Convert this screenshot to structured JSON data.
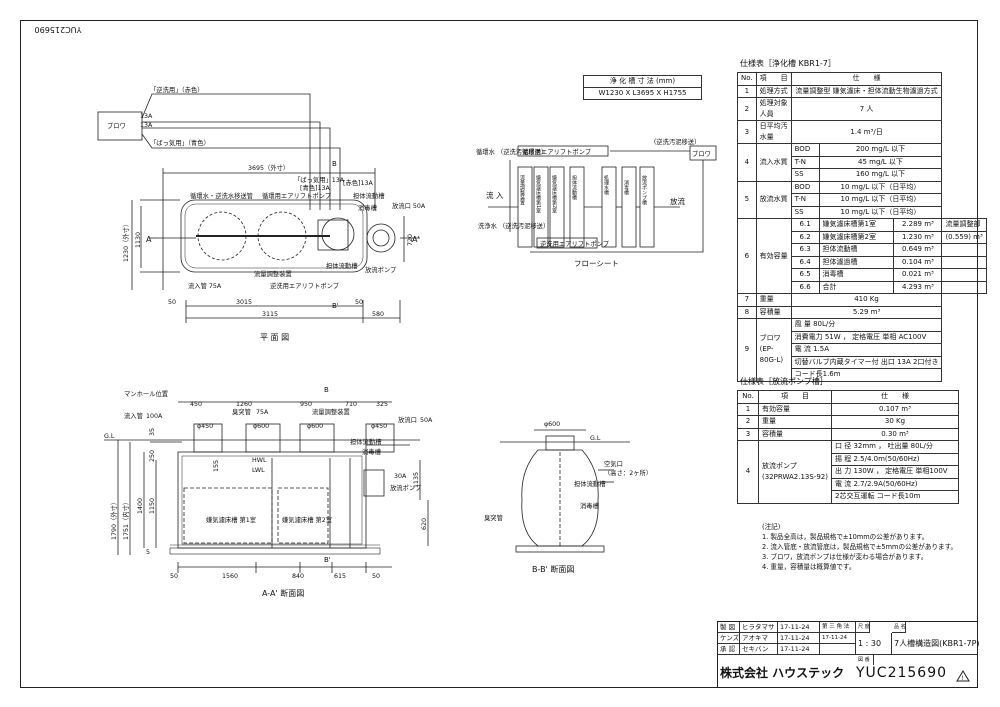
{
  "drawing_no_corner": "YUC215690",
  "dimension_box": {
    "header": "浄 化 槽 寸 法 (mm)",
    "value": "W1230 X L3695 X H1755"
  },
  "plan_view": {
    "caption": "平 面 図",
    "labels": {
      "blower": "ブロワ",
      "return_air": "「逆洗用」（赤色）",
      "air_13a_1": "13A",
      "air_13a_2": "13A",
      "aeration_air": "「ばっ気用」（青色）",
      "total_length": "3695（外寸）",
      "aeration_13a": "「ばっ気用」13A",
      "blue_13a": "[青色]13A",
      "red_13a": "[赤色]13A",
      "circ_return": "循環水・逆洗水移送管",
      "circ_airlift": "循環用エアリフトポンプ",
      "carrier_filter": "担体流動槽",
      "disinfect": "消毒槽",
      "outlet": "放流口 50A",
      "inlet_pipe": "流入管 75A",
      "flow_adjust": "流量調整装置",
      "return_airlift": "逆洗用エアリフトポンプ",
      "carrier_tank": "担体流動槽",
      "discharge_pump": "放流ポンプ",
      "dim_3015": "3015",
      "dim_3115": "3115",
      "dim_50a": "50",
      "dim_50b": "50",
      "dim_580": "580",
      "dim_1230": "1230（外寸）",
      "dim_1130": "1130",
      "dim_720": "720",
      "sec_a": "A",
      "sec_a2": "A'",
      "sec_b": "B",
      "sec_b2": "B'"
    }
  },
  "section_aa": {
    "caption": "A-A' 断面図",
    "labels": {
      "manhole": "マンホール位置",
      "inlet": "流入管",
      "inlet_100a": "100A",
      "gl": "G.L",
      "d450a": "450",
      "d1260": "1260",
      "d950": "950",
      "d710": "710",
      "d325": "325",
      "vent": "臭突管",
      "vent75": "75A",
      "flow_adj": "流量調整装置",
      "outlet": "放流口",
      "outlet50": "50A",
      "phi450a": "φ450",
      "phi600a": "φ600",
      "phi600b": "φ600",
      "phi450b": "φ450",
      "hwl": "HWL",
      "lwl": "LWL",
      "carrier": "担体流動槽",
      "disinfect": "消毒槽",
      "discharge_pump": "放流ポンプ",
      "pump_30a": "30A",
      "anaerobic1": "嫌気濾床槽 第1室",
      "anaerobic2": "嫌気濾床槽 第2室",
      "d1790": "1790（外寸）",
      "d1751": "1751（内寸）",
      "d1400": "1400",
      "d1150": "1150",
      "d250": "250",
      "d35": "35",
      "d155": "155",
      "d1135": "1135",
      "d620": "620",
      "d5": "5",
      "d50a": "50",
      "d1560": "1560",
      "d840": "840",
      "d615": "615",
      "d50b": "50",
      "secb": "B",
      "secb2": "B'"
    }
  },
  "section_bb": {
    "caption": "B-B' 断面図",
    "labels": {
      "phi600": "φ600",
      "gl": "G.L",
      "air_pipe": "空気口",
      "air_pipe2": "（高さ：2ヶ所）",
      "carrier": "担体流動槽",
      "disinfect": "消毒槽",
      "vent": "臭突管"
    }
  },
  "flow_sheet": {
    "caption": "フローシート",
    "labels": {
      "circ_airlift": "循環用エアリフトポンプ",
      "circ_water": "循環水 （逆洗汚泥移送）",
      "return_sludge": "（逆洗汚泥移送）",
      "inflow": "流 入",
      "wash_water": "洗浄水 （逆洗汚泥移送）",
      "flow_adj": "流量調整装置",
      "anaerobic1": "嫌気濾床槽第1室",
      "anaerobic2": "嫌気濾床槽第2室",
      "carrier": "担体流動槽",
      "treated": "処理水槽",
      "disinfect": "消毒槽",
      "discharge_pump": "放流ポンプ槽",
      "outflow": "放流",
      "blower": "ブロワ",
      "return_airlift": "逆洗用エアリフトポンプ"
    }
  },
  "spec_table": {
    "title": "仕様表［浄化槽 KBR1-7］",
    "header": [
      "No.",
      "項　　目",
      "仕　　様"
    ],
    "rows": [
      {
        "no": "1",
        "item": "処理方式",
        "spec": "流量調整型 嫌気濾床・担体流動生物濾過方式"
      },
      {
        "no": "2",
        "item": "処理対象人員",
        "spec": "7 人"
      },
      {
        "no": "3",
        "item": "日平均汚水量",
        "spec": "1.4 m³/日"
      },
      {
        "no": "4",
        "item": "流入水質",
        "sub": [
          [
            "BOD",
            "200 mg/L 以下"
          ],
          [
            "T-N",
            "45 mg/L 以下"
          ],
          [
            "SS",
            "160 mg/L 以下"
          ]
        ]
      },
      {
        "no": "5",
        "item": "放流水質",
        "sub": [
          [
            "BOD",
            "10 mg/L 以下（日平均）"
          ],
          [
            "T-N",
            "10 mg/L 以下（日平均）"
          ],
          [
            "SS",
            "10 mg/L 以下（日平均）"
          ]
        ]
      },
      {
        "no": "6",
        "item": "有効容量",
        "sub": [
          [
            "6.1",
            "嫌気濾床槽第1室",
            "2.289 m³",
            "流量調整部"
          ],
          [
            "6.2",
            "嫌気濾床槽第2室",
            "1.230 m³",
            "(0.559) m³"
          ],
          [
            "6.3",
            "担体流動槽",
            "0.649 m³",
            ""
          ],
          [
            "6.4",
            "担体濾過槽",
            "0.104 m³",
            ""
          ],
          [
            "6.5",
            "消毒槽",
            "0.021 m³",
            ""
          ],
          [
            "6.6",
            "合計",
            "4.293 m³",
            ""
          ]
        ]
      },
      {
        "no": "7",
        "item": "重量",
        "spec": "410 Kg"
      },
      {
        "no": "8",
        "item": "容積量",
        "spec": "5.29 m³"
      },
      {
        "no": "9",
        "item": "ブロワ (EP-80G-L)",
        "sub": [
          [
            "風 量 80L/分"
          ],
          [
            "消費電力 51W ， 定格電圧 単相 AC100V"
          ],
          [
            "電 流 1.5A"
          ],
          [
            "切替バルブ内蔵タイマー付 出口 13A 2口付き"
          ],
          [
            "コード長1.6m"
          ]
        ]
      }
    ]
  },
  "pump_table": {
    "title": "仕様表［放流ポンプ槽］",
    "header": [
      "No.",
      "項　　目",
      "仕　　様"
    ],
    "rows": [
      {
        "no": "1",
        "item": "有効容量",
        "spec": "0.107 m³"
      },
      {
        "no": "2",
        "item": "重量",
        "spec": "30 Kg"
      },
      {
        "no": "3",
        "item": "容積量",
        "spec": "0.30 m³"
      },
      {
        "no": "4",
        "item": "放流ポンプ (32PRWA2.13S-92)",
        "sub": [
          [
            "口 径 32mm ， 吐出量 80L/分"
          ],
          [
            "揚 程 2.5/4.0m(50/60Hz)"
          ],
          [
            "出 力 130W ， 定格電圧 単相100V"
          ],
          [
            "電 流 2.7/2.9A(50/60Hz)"
          ],
          [
            "2芯交互運転 コード長10m"
          ]
        ]
      }
    ]
  },
  "notes": {
    "title": "(注記)",
    "items": [
      "1. 製品全高は，製品規格で±10mmの公差があります。",
      "2. 流入管底・放流管底は，製品規格で±5mmの公差があります。",
      "3. ブロワ，放流ポンプは仕様が変わる場合があります。",
      "4. 重量，容積量は概算値です。"
    ]
  },
  "title_block": {
    "r1": [
      "製 図",
      "ヒラタマサ",
      "17-11-24"
    ],
    "r2": [
      "ケンズ",
      "アオキマ",
      "17-11-24"
    ],
    "r3": [
      "承 認",
      "セキバン",
      "17-11-24"
    ],
    "projection": "第 三 角 法",
    "scale_label": "尺 度",
    "scale": "1 : 30",
    "title_label": "品 名",
    "title": "7人槽構造図(KBR1-7P)",
    "drawno_label": "図 番",
    "company": "株式会社 ハウステック",
    "drawing_no": "YUC215690",
    "date_small": "17-11-24"
  }
}
